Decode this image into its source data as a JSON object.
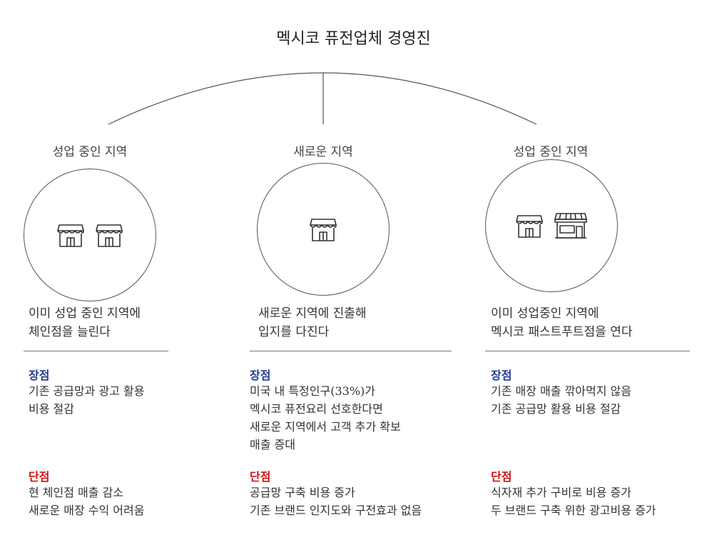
{
  "title": "멕시코 퓨전업체 경영진",
  "columns": [
    {
      "label": "성업 중인 지역",
      "icons": [
        "store-icon",
        "store-icon"
      ],
      "summary": [
        "이미 성업 중인 지역에",
        "체인점을 늘린다"
      ],
      "pros_label": "장점",
      "pros": [
        "기존 공급망과 광고 활용",
        "비용 절감"
      ],
      "cons_label": "단점",
      "cons": [
        "현 체인점 매출 감소",
        "새로운 매장 수익 어려움"
      ]
    },
    {
      "label": "새로운 지역",
      "icons": [
        "store-icon"
      ],
      "summary": [
        "새로운 지역에 진출해",
        "입지를 다진다"
      ],
      "pros_label": "장점",
      "pros": [
        "미국 내 특정인구(33%)가",
        "멕시코 퓨전요리 선호한다면",
        "새로운 지역에서 고객 추가 확보",
        "매출 증대"
      ],
      "cons_label": "단점",
      "cons": [
        "공급망 구축 비용 증가",
        "기존 브랜드 인지도와 구전효과 없음"
      ]
    },
    {
      "label": "성업 중인 지역",
      "icons": [
        "store-icon",
        "fast-food-store-icon"
      ],
      "summary": [
        "이미 성업중인 지역에",
        "멕시코 패스트푸트점을 연다"
      ],
      "pros_label": "장점",
      "pros": [
        "기존 매장 매출 깎아먹지 않음",
        "기존 공급망 활용 비용 절감"
      ],
      "cons_label": "단점",
      "cons": [
        "식자재 추가 구비로 비용 증가",
        "두 브랜드 구축 위한 광고비용 증가"
      ]
    }
  ],
  "colors": {
    "pros": "#1f3a93",
    "cons": "#cc1111",
    "line": "#555555"
  }
}
